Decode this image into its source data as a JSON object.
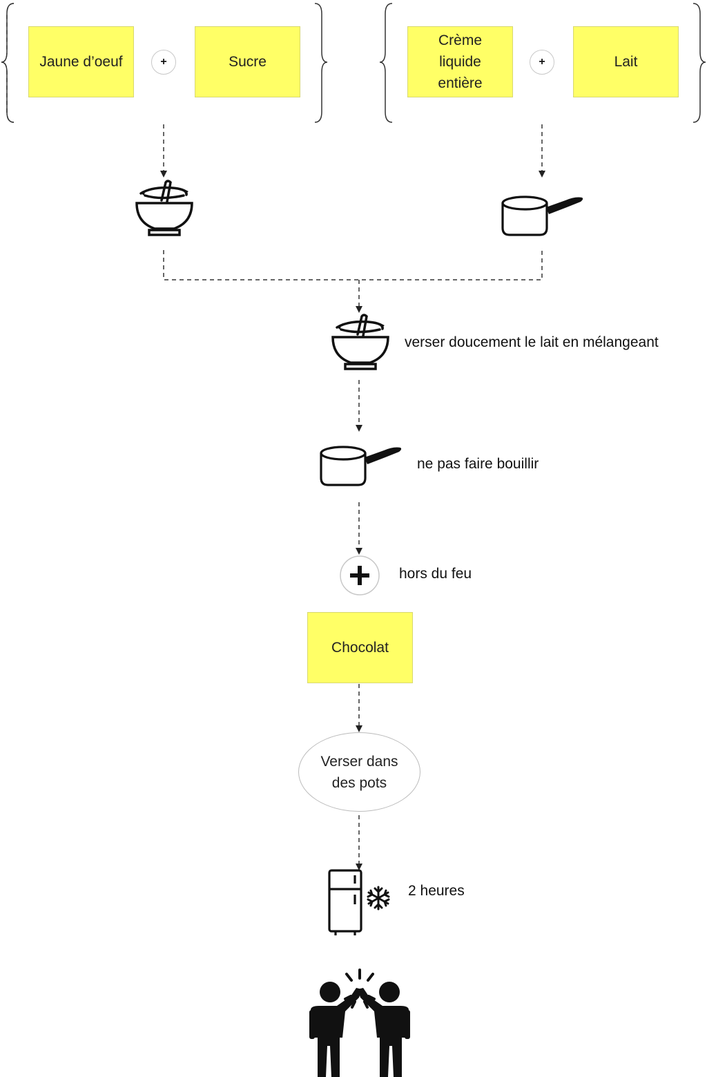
{
  "top_left_group": {
    "item_1": "Jaune d’oeuf",
    "operator": "+",
    "item_2": "Sucre"
  },
  "top_right_group": {
    "item_1_lines": [
      "Crème",
      "liquide",
      "entière"
    ],
    "operator": "+",
    "item_2": "Lait"
  },
  "steps": {
    "mix_note": "verser doucement le lait en mélangeant",
    "heat_note": "ne pas faire bouillir",
    "off_heat_note": "hors du feu",
    "add_ingredient": "Chocolat",
    "pour_lines": [
      "Verser dans",
      "des pots"
    ],
    "chill_time": "2 heures"
  },
  "colors": {
    "sticky_fill": "#ffff66",
    "line": "#333333",
    "icon": "#111111"
  },
  "icons": [
    "whisk-bowl-icon",
    "saucepan-icon",
    "plus-icon",
    "fridge-icon",
    "snowflake-icon",
    "high-five-icon"
  ]
}
